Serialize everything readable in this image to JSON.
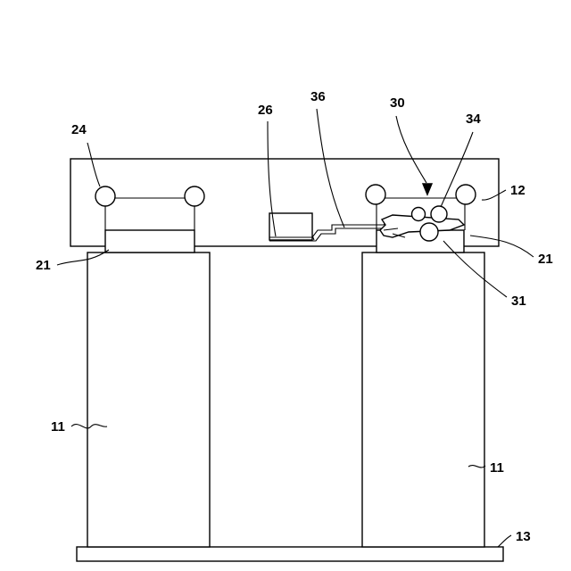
{
  "labels": {
    "n11a": "11",
    "n11b": "11",
    "n12": "12",
    "n13": "13",
    "n21a": "21",
    "n21b": "21",
    "n24": "24",
    "n26": "26",
    "n30": "30",
    "n31": "31",
    "n34": "34",
    "n36": "36"
  },
  "colors": {
    "line": "#000000",
    "background": "#ffffff"
  }
}
